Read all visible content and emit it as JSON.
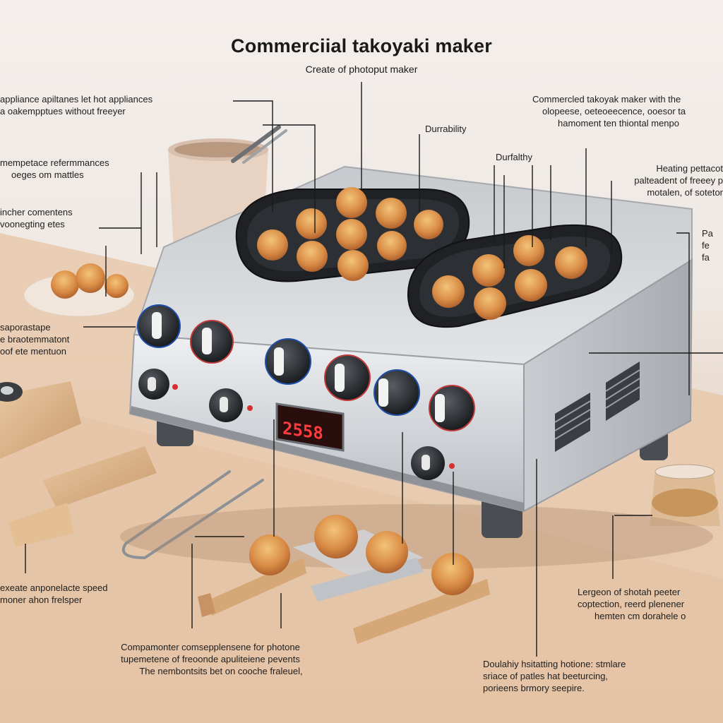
{
  "title": "Commerciial takoyaki maker",
  "subtitle": "Create of photoput maker",
  "display_reading": "2558",
  "labels": [
    {
      "name": "label-top-left-1",
      "lines": [
        "appliance apiltanes  let  hot appliances",
        "a oakempptues without freeyer"
      ]
    },
    {
      "name": "label-left-2",
      "lines": [
        "mempetace refermmances",
        "oeges om  mattles"
      ]
    },
    {
      "name": "label-left-3",
      "lines": [
        "incher comentens",
        "voonegting etes"
      ]
    },
    {
      "name": "label-left-4",
      "lines": [
        "saporastape",
        "e braotemmatont",
        "oof ete mentuon"
      ]
    },
    {
      "name": "label-bottom-left",
      "lines": [
        "exeate anponelacte speed",
        "moner ahon frelsper"
      ]
    },
    {
      "name": "label-bottom-center",
      "lines": [
        "Compamonter comsepplensene for photone",
        "tupemetene  of freoonde apuliteiene pevents",
        "The nembontsits bet on cooche fraleuel,"
      ]
    },
    {
      "name": "label-durability-1",
      "lines": [
        "Durrability"
      ]
    },
    {
      "name": "label-durability-2",
      "lines": [
        "Durfalthy"
      ]
    },
    {
      "name": "label-top-right",
      "lines": [
        "Commercled takoyak maker  with the",
        "olopeese,  oeteoeecence,  ooesor ta",
        "hamoment ten thiontal menpo"
      ]
    },
    {
      "name": "label-right-2",
      "lines": [
        "Heating pettacot",
        "palteadent of freeey p",
        "motalen,  of sotetor"
      ]
    },
    {
      "name": "label-right-3",
      "lines": [
        "Pa",
        "fe",
        "fa"
      ]
    },
    {
      "name": "label-right-4",
      "lines": [
        "Lergeon of shotah peeter",
        "coptection,  reerd plenener",
        "hemten cm dorahele o"
      ]
    },
    {
      "name": "label-bottom-right",
      "lines": [
        "Doulahiy hsitatting hotione: stmlare",
        "sriace of patles hat beeturcing,",
        "porieens brmory seepire."
      ]
    }
  ]
}
